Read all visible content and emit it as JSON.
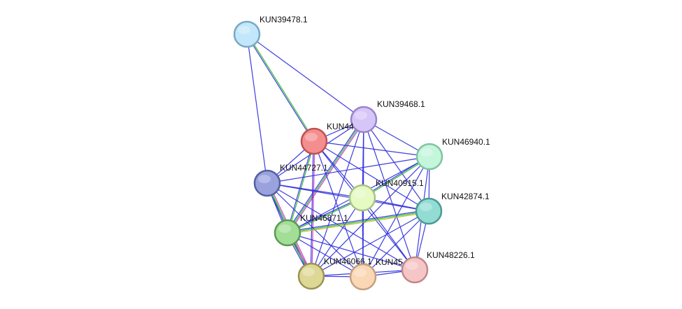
{
  "network": {
    "nodes": [
      {
        "id": "n1",
        "label": "KUN39478.1",
        "color": "#c2e6fa",
        "stroke": "#7aa8c4"
      },
      {
        "id": "n2",
        "label": "KUN39468.1",
        "color": "#d6c6f8",
        "stroke": "#9a84c8"
      },
      {
        "id": "n3",
        "label": "KUN44",
        "color": "#f48e8e",
        "stroke": "#c05050"
      },
      {
        "id": "n4",
        "label": "KUN46940.1",
        "color": "#c4f6dc",
        "stroke": "#7ec4a0"
      },
      {
        "id": "n5",
        "label": "KUN44727.1",
        "color": "#9aa2de",
        "stroke": "#5460a0"
      },
      {
        "id": "n6",
        "label": "KUN40915.1",
        "color": "#e6fac4",
        "stroke": "#a8c486"
      },
      {
        "id": "n7",
        "label": "KUN42874.1",
        "color": "#92dcd4",
        "stroke": "#4a9a92"
      },
      {
        "id": "n8",
        "label": "KUN46871.1",
        "color": "#a2de96",
        "stroke": "#5c9a52"
      },
      {
        "id": "n9",
        "label": "KUN48226.1",
        "color": "#f6c6c6",
        "stroke": "#c08888"
      },
      {
        "id": "n10",
        "label": "KUN46066.1",
        "color": "#ded896",
        "stroke": "#9a9452"
      },
      {
        "id": "n11",
        "label": "KUN45",
        "color": "#fad8b6",
        "stroke": "#c4a080"
      }
    ],
    "edges": [
      {
        "source": "n1",
        "target": "n3",
        "colors": [
          "#22bb22",
          "#3333dd"
        ]
      },
      {
        "source": "n1",
        "target": "n2",
        "colors": [
          "#3333dd"
        ]
      },
      {
        "source": "n1",
        "target": "n5",
        "colors": [
          "#3333dd"
        ]
      },
      {
        "source": "n2",
        "target": "n3",
        "colors": [
          "#3333dd"
        ]
      },
      {
        "source": "n2",
        "target": "n4",
        "colors": [
          "#3333dd"
        ]
      },
      {
        "source": "n2",
        "target": "n5",
        "colors": [
          "#3333dd"
        ]
      },
      {
        "source": "n2",
        "target": "n6",
        "colors": [
          "#3333dd"
        ]
      },
      {
        "source": "n2",
        "target": "n7",
        "colors": [
          "#3333dd"
        ]
      },
      {
        "source": "n2",
        "target": "n8",
        "colors": [
          "#cc33cc",
          "#22bb22",
          "#3333dd"
        ]
      },
      {
        "source": "n2",
        "target": "n9",
        "colors": [
          "#3333dd"
        ]
      },
      {
        "source": "n2",
        "target": "n10",
        "colors": [
          "#3333dd"
        ]
      },
      {
        "source": "n2",
        "target": "n11",
        "colors": [
          "#3333dd"
        ]
      },
      {
        "source": "n3",
        "target": "n4",
        "colors": [
          "#3333dd"
        ]
      },
      {
        "source": "n3",
        "target": "n5",
        "colors": [
          "#3333dd"
        ]
      },
      {
        "source": "n3",
        "target": "n6",
        "colors": [
          "#3333dd"
        ]
      },
      {
        "source": "n3",
        "target": "n7",
        "colors": [
          "#3333dd"
        ]
      },
      {
        "source": "n3",
        "target": "n8",
        "colors": [
          "#22bb22",
          "#3333dd"
        ]
      },
      {
        "source": "n3",
        "target": "n9",
        "colors": [
          "#3333dd"
        ]
      },
      {
        "source": "n3",
        "target": "n10",
        "colors": [
          "#cc33cc",
          "#3333dd"
        ]
      },
      {
        "source": "n3",
        "target": "n11",
        "colors": [
          "#3333dd"
        ]
      },
      {
        "source": "n4",
        "target": "n5",
        "colors": [
          "#3333dd"
        ]
      },
      {
        "source": "n4",
        "target": "n6",
        "colors": [
          "#22bb22",
          "#3333dd"
        ]
      },
      {
        "source": "n4",
        "target": "n7",
        "colors": [
          "#3333dd"
        ]
      },
      {
        "source": "n4",
        "target": "n8",
        "colors": [
          "#3333dd"
        ]
      },
      {
        "source": "n4",
        "target": "n9",
        "colors": [
          "#3333dd"
        ]
      },
      {
        "source": "n4",
        "target": "n10",
        "colors": [
          "#3333dd"
        ]
      },
      {
        "source": "n4",
        "target": "n11",
        "colors": [
          "#3333dd"
        ]
      },
      {
        "source": "n5",
        "target": "n6",
        "colors": [
          "#3333dd"
        ]
      },
      {
        "source": "n5",
        "target": "n7",
        "colors": [
          "#3333dd"
        ]
      },
      {
        "source": "n5",
        "target": "n8",
        "colors": [
          "#22bb22",
          "#3333dd"
        ]
      },
      {
        "source": "n5",
        "target": "n9",
        "colors": [
          "#3333dd"
        ]
      },
      {
        "source": "n5",
        "target": "n10",
        "colors": [
          "#cc33cc",
          "#22bb22",
          "#3333dd"
        ]
      },
      {
        "source": "n5",
        "target": "n11",
        "colors": [
          "#3333dd"
        ]
      },
      {
        "source": "n6",
        "target": "n7",
        "colors": [
          "#3333dd"
        ]
      },
      {
        "source": "n6",
        "target": "n8",
        "colors": [
          "#22bb22",
          "#3333dd"
        ]
      },
      {
        "source": "n6",
        "target": "n9",
        "colors": [
          "#3333dd"
        ]
      },
      {
        "source": "n6",
        "target": "n10",
        "colors": [
          "#3333dd"
        ]
      },
      {
        "source": "n6",
        "target": "n11",
        "colors": [
          "#3333dd"
        ]
      },
      {
        "source": "n7",
        "target": "n8",
        "colors": [
          "#bbbb22",
          "#22bb22",
          "#3333dd"
        ]
      },
      {
        "source": "n7",
        "target": "n9",
        "colors": [
          "#3333dd"
        ]
      },
      {
        "source": "n7",
        "target": "n10",
        "colors": [
          "#3333dd"
        ]
      },
      {
        "source": "n7",
        "target": "n11",
        "colors": [
          "#3333dd"
        ]
      },
      {
        "source": "n8",
        "target": "n9",
        "colors": [
          "#3333dd"
        ]
      },
      {
        "source": "n8",
        "target": "n10",
        "colors": [
          "#cc33cc",
          "#22bb22",
          "#3333dd"
        ]
      },
      {
        "source": "n8",
        "target": "n11",
        "colors": [
          "#3333dd"
        ]
      },
      {
        "source": "n9",
        "target": "n10",
        "colors": [
          "#3333dd"
        ]
      },
      {
        "source": "n9",
        "target": "n11",
        "colors": [
          "#3333dd"
        ]
      },
      {
        "source": "n10",
        "target": "n11",
        "colors": [
          "#3333dd"
        ]
      }
    ]
  }
}
